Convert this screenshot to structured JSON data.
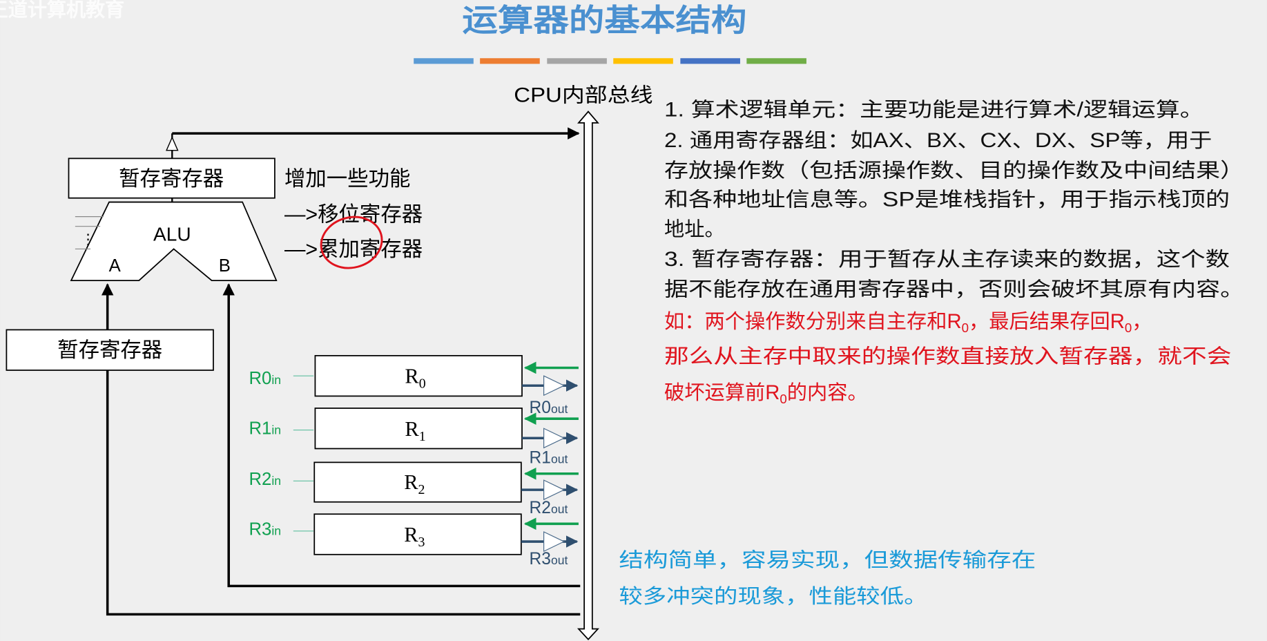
{
  "watermark": "王道计算机教育",
  "title": "运算器的基本结构",
  "accent_bars": [
    "#5b9bd5",
    "#ed7d31",
    "#a5a5a5",
    "#ffc000",
    "#4472c4",
    "#70ad47"
  ],
  "colors": {
    "title": "#4a90d0",
    "red": "#e0141e",
    "green": "#10a050",
    "blue_note": "#1a9ad8",
    "out_label": "#2f4f6f"
  },
  "diagram": {
    "bus_label": "CPU内部总线",
    "temp_reg_top": "暂存寄存器",
    "temp_reg_bottom": "暂存寄存器",
    "alu": "ALU",
    "alu_a": "A",
    "alu_b": "B",
    "annotation": [
      "增加一些功能",
      "—>移位寄存器",
      "—>累加寄存器"
    ],
    "registers": [
      {
        "name": "R",
        "sub": "0",
        "in": "R0",
        "in_suffix": "in",
        "out": "R0",
        "out_suffix": "out"
      },
      {
        "name": "R",
        "sub": "1",
        "in": "R1",
        "in_suffix": "in",
        "out": "R1",
        "out_suffix": "out"
      },
      {
        "name": "R",
        "sub": "2",
        "in": "R2",
        "in_suffix": "in",
        "out": "R2",
        "out_suffix": "out"
      },
      {
        "name": "R",
        "sub": "3",
        "in": "R3",
        "in_suffix": "in",
        "out": "R3",
        "out_suffix": "out"
      }
    ]
  },
  "notes": [
    "1. 算术逻辑单元：主要功能是进行算术/逻辑运算。",
    "2. 通用寄存器组：如AX、BX、CX、DX、SP等，用于",
    "存放操作数（包括源操作数、目的操作数及中间结果）",
    "和各种地址信息等。SP是堆栈指针，用于指示栈顶的",
    "地址。",
    "3. 暂存寄存器：用于暂存从主存读来的数据，这个数",
    "据不能存放在通用寄存器中，否则会破坏其原有内容。"
  ],
  "red_example": {
    "l1a": "如：两个操作数分别来自主存和R",
    "l1s1": "0",
    "l1b": "，最后结果存回R",
    "l1s2": "0",
    "l1c": "，",
    "l2": "那么从主存中取来的操作数直接放入暂存器，就不会",
    "l3a": "破坏运算前R",
    "l3s": "0",
    "l3b": "的内容。"
  },
  "summary": [
    "结构简单，容易实现，但数据传输存在",
    "较多冲突的现象，性能较低。"
  ]
}
